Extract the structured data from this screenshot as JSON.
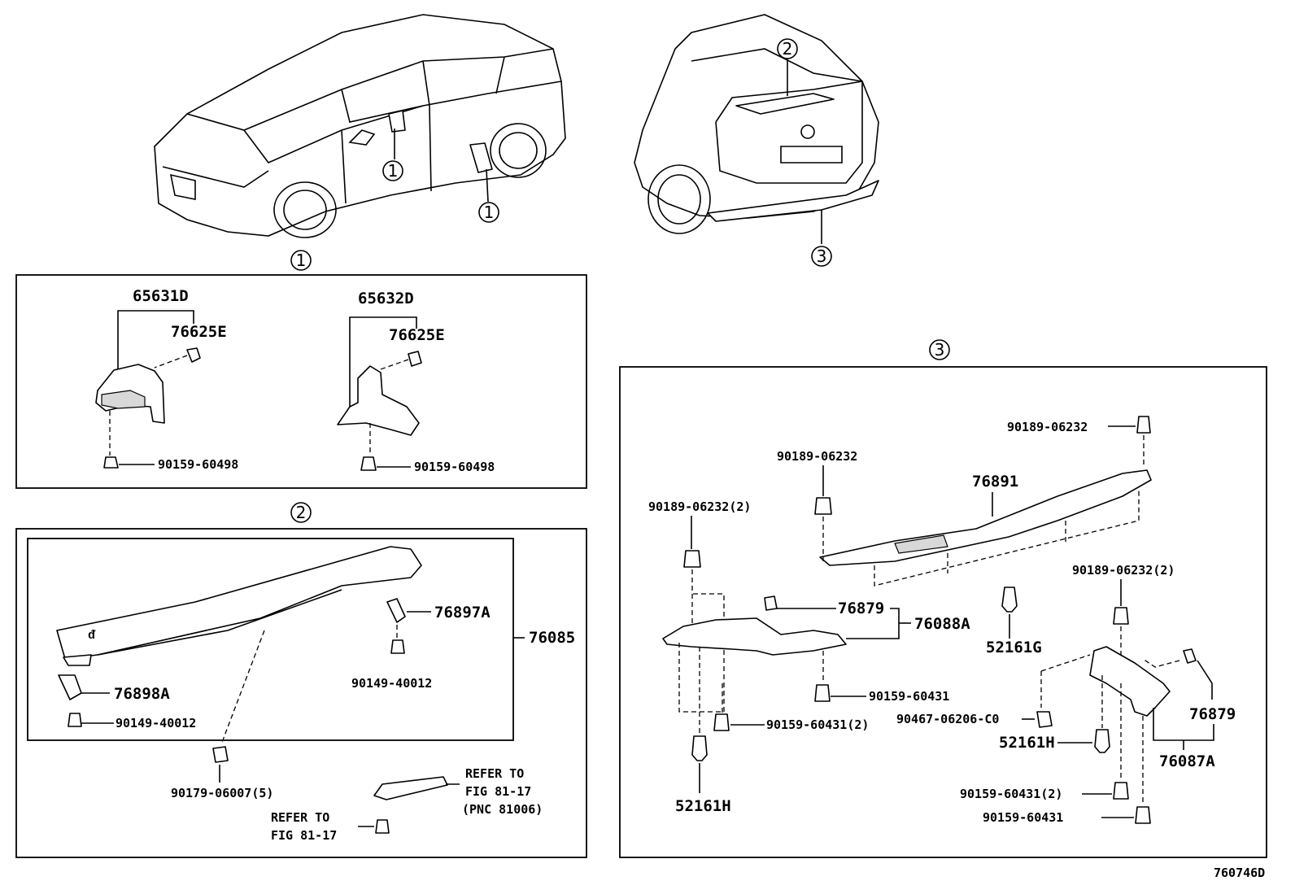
{
  "callouts": {
    "one": "1",
    "two": "2",
    "three": "3"
  },
  "section1": {
    "left_group": "65631D",
    "left_clip": "76625E",
    "left_bolt": "90159-60498",
    "right_group": "65632D",
    "right_clip": "76625E",
    "right_bolt": "90159-60498"
  },
  "section2": {
    "assembly": "76085",
    "right_cover": "76897A",
    "right_screw": "90149-40012",
    "left_cover": "76898A",
    "left_screw": "90149-40012",
    "nut": "90179-06007(5)",
    "refer_to_1": "REFER TO",
    "fig_ref_1": "FIG 81-17",
    "pnc_ref": "(PNC 81006)",
    "refer_to_2": "REFER TO",
    "fig_ref_2": "FIG 81-17"
  },
  "section3": {
    "bolt_top_right": "90189-06232",
    "bolt_top_mid": "90189-06232",
    "bolt_left": "90189-06232(2)",
    "bolt_right": "90189-06232(2)",
    "cover_main": "76891",
    "clip_a": "76879",
    "cover_left": "76088A",
    "pin_mid": "52161G",
    "bolt_mid_low": "90159-60431",
    "bolt_left_low": "90159-60431(2)",
    "nut_right": "90467-06206-C0",
    "pin_left": "52161H",
    "pin_right": "52161H",
    "clip_b": "76879",
    "cover_right": "76087A",
    "bolt_right_low2": "90159-60431(2)",
    "bolt_right_low": "90159-60431"
  },
  "figure_id": "760746D"
}
